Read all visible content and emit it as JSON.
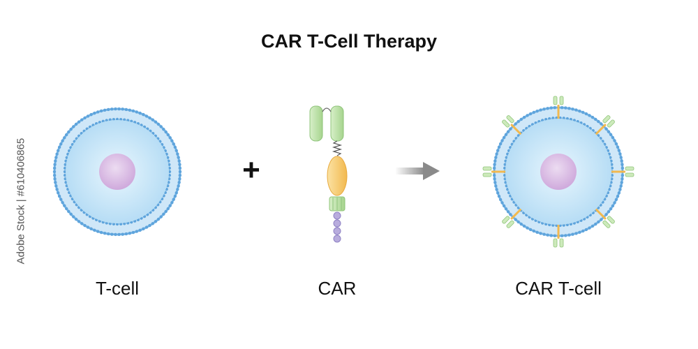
{
  "title": "CAR T-Cell Therapy",
  "labels": {
    "tcell": "T-cell",
    "car": "CAR",
    "car_tcell": "CAR T-cell"
  },
  "watermark": "Adobe Stock | #610406865",
  "operator_symbol": "+",
  "colors": {
    "membrane": "#8fc3ea",
    "membrane_dot": "#5ea4dc",
    "cytoplasm": "#bfe3f8",
    "nucleus": "#d6b6df",
    "car_green": "#b4dba0",
    "car_orange": "#f6c96a",
    "car_purple": "#b1a6d9",
    "arrow": "#9a9a9a"
  }
}
